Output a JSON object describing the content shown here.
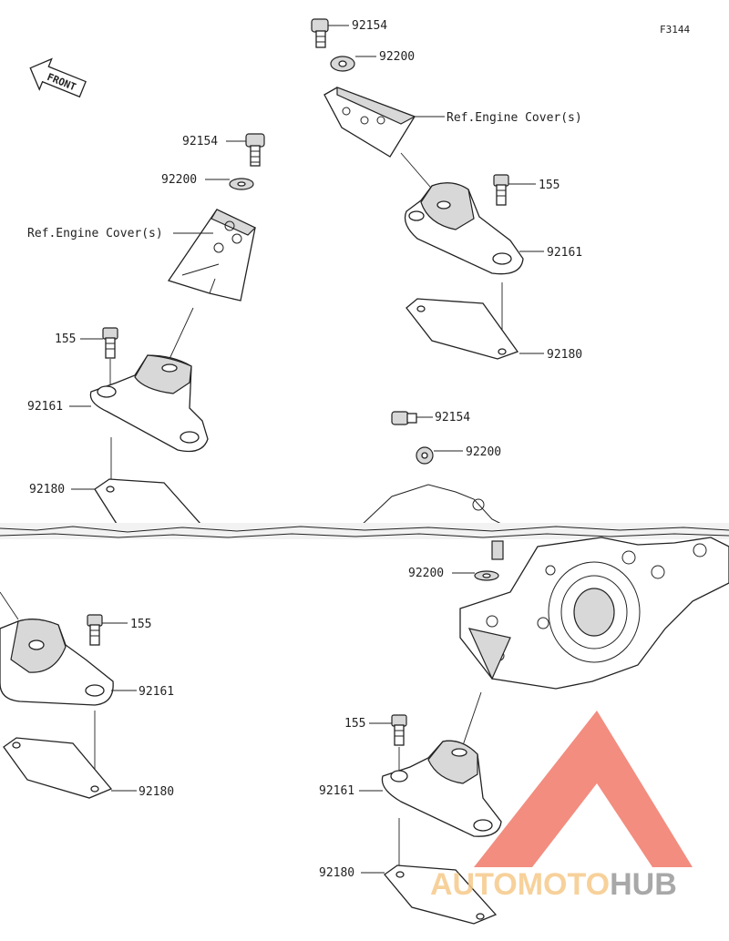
{
  "figure_code": "F3144",
  "front_label": "FRONT",
  "labels": {
    "tl_bolt": "92154",
    "tl_washer": "92200",
    "tl_ref": "Ref.Engine Cover(s)",
    "tl_small_bolt": "155",
    "tl_mount": "92161",
    "tl_plate": "92180",
    "tr_bolt": "92154",
    "tr_washer": "92200",
    "tr_ref": "Ref.Engine Cover(s)",
    "tr_small_bolt": "155",
    "tr_mount": "92161",
    "tr_plate": "92180",
    "mr_bolt": "92154",
    "mr_washer": "92200",
    "br_washer": "92200",
    "bl_small_bolt": "155",
    "bl_mount": "92161",
    "bl_plate": "92180",
    "br_small_bolt": "155",
    "br_mount": "92161",
    "br_plate": "92180"
  },
  "watermark": {
    "part1": "AUTO",
    "part2": "MOTO",
    "part3": "HUB",
    "color_accent": "#f07a6a",
    "color_dark": "#3a3a3a"
  }
}
